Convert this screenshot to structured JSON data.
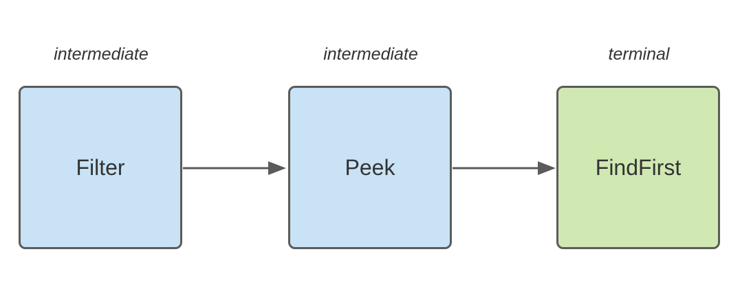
{
  "stages": [
    {
      "label": "intermediate",
      "name": "Filter",
      "fill": "#c9e2f5"
    },
    {
      "label": "intermediate",
      "name": "Peek",
      "fill": "#c9e2f5"
    },
    {
      "label": "terminal",
      "name": "FindFirst",
      "fill": "#d0e8b2"
    }
  ],
  "colors": {
    "border": "#5b5b5b",
    "arrow": "#5b5b5b",
    "text": "#333333"
  }
}
